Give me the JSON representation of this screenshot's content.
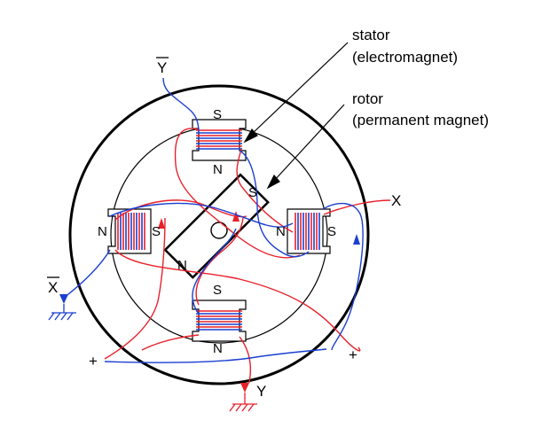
{
  "annotations": {
    "stator_line1": "stator",
    "stator_line2": "(electromagnet)",
    "rotor_line1": "rotor",
    "rotor_line2": "(permanent magnet)"
  },
  "terminals": {
    "y_bar": "Y",
    "x": "X",
    "x_bar": "X",
    "y": "Y",
    "plus_left": "+",
    "plus_right": "+"
  },
  "poles": {
    "top_outer": "S",
    "top_inner": "N",
    "left_outer": "N",
    "left_inner": "S",
    "right_inner": "N",
    "right_outer": "S",
    "bottom_inner": "S",
    "bottom_outer": "N",
    "rotor_upper": "S",
    "rotor_lower": "N"
  },
  "colors": {
    "wire_red": "#e8202a",
    "wire_blue": "#1a3fd0",
    "outline": "#000000"
  }
}
